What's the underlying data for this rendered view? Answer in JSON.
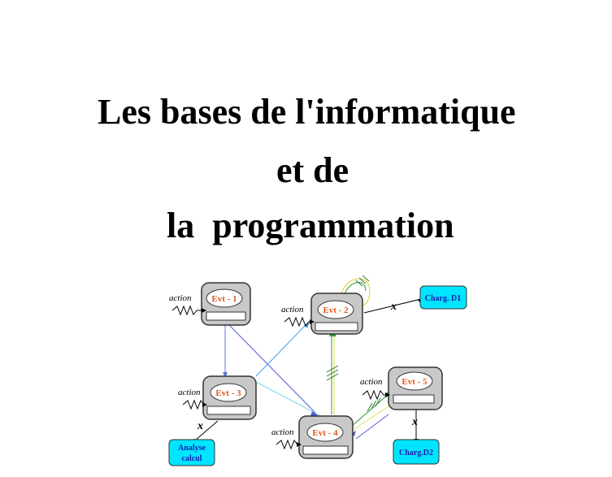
{
  "title": {
    "line1": "Les bases de l'informatique",
    "line2": "et de",
    "line3": "la  programmation"
  },
  "diagram": {
    "events": [
      {
        "id": "evt1",
        "label": "Evt - 1"
      },
      {
        "id": "evt2",
        "label": "Evt - 2"
      },
      {
        "id": "evt3",
        "label": "Evt - 3"
      },
      {
        "id": "evt4",
        "label": "Evt - 4"
      },
      {
        "id": "evt5",
        "label": "Evt - 5"
      }
    ],
    "action_label": "action",
    "condition_label": "x",
    "outputs": {
      "charg_d1": "Charg. D1",
      "charg_d2": "Charg.D2",
      "analyse_line1": "Analyse",
      "analyse_line2": "calcul"
    },
    "colors": {
      "node_fill": "#c8c8c8",
      "output_fill": "#00e5ff",
      "event_text": "#e2561b",
      "output_text": "#1c1cb0"
    }
  }
}
